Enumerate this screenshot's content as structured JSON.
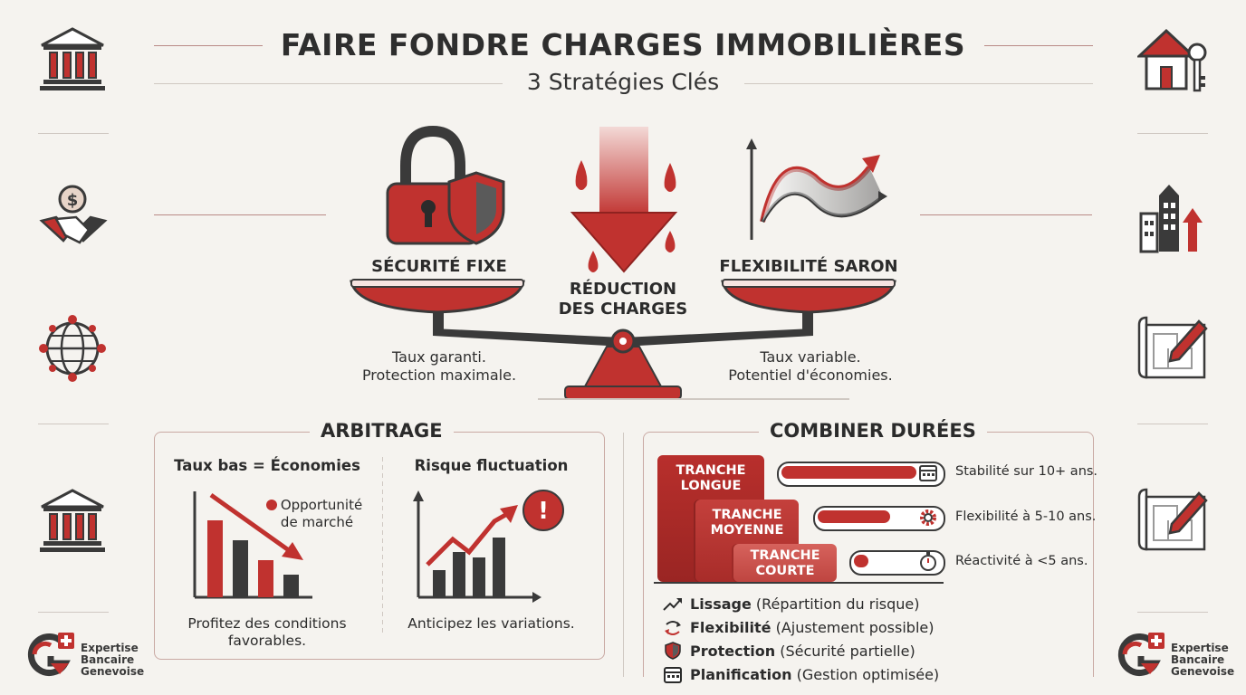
{
  "header": {
    "title": "FAIRE FONDRE CHARGES IMMOBILIÈRES",
    "subtitle": "3 Stratégies Clés"
  },
  "scale": {
    "left_label": "SÉCURITÉ FIXE",
    "center_label_1": "RÉDUCTION",
    "center_label_2": "DES CHARGES",
    "right_label": "FLEXIBILITÉ SARON",
    "left_desc_1": "Taux garanti.",
    "left_desc_2": "Protection maximale.",
    "right_desc_1": "Taux variable.",
    "right_desc_2": "Potentiel d'économies."
  },
  "arbitrage": {
    "title": "ARBITRAGE",
    "left_heading": "Taux bas = Économies",
    "opportunity_1": "Opportunité",
    "opportunity_2": "de marché",
    "left_text_1": "Profitez des conditions",
    "left_text_2": "favorables.",
    "right_heading": "Risque fluctuation",
    "right_text": "Anticipez les variations."
  },
  "durees": {
    "title": "COMBINER DURÉES",
    "tranches": [
      {
        "line1": "TRANCHE",
        "line2": "LONGUE",
        "fill": 0.97,
        "text": "Stabilité sur 10+ ans."
      },
      {
        "line1": "TRANCHE",
        "line2": "MOYENNE",
        "fill": 0.7,
        "text": "Flexibilité à 5-10 ans."
      },
      {
        "line1": "TRANCHE",
        "line2": "COURTE",
        "fill": 0.22,
        "text": "Réactivité à <5 ans."
      }
    ],
    "legend": [
      {
        "bold": "Lissage",
        "rest": " (Répartition du risque)"
      },
      {
        "bold": "Flexibilité",
        "rest": " (Ajustement possible)"
      },
      {
        "bold": "Protection",
        "rest": " (Sécurité partielle)"
      },
      {
        "bold": "Planification",
        "rest": " (Gestion optimisée)"
      }
    ]
  },
  "brand": {
    "line1": "Expertise",
    "line2": "Bancaire",
    "line3": "Genevoise"
  },
  "colors": {
    "accent": "#c0322f",
    "dark": "#3a3a3a",
    "background": "#f5f3ef"
  }
}
